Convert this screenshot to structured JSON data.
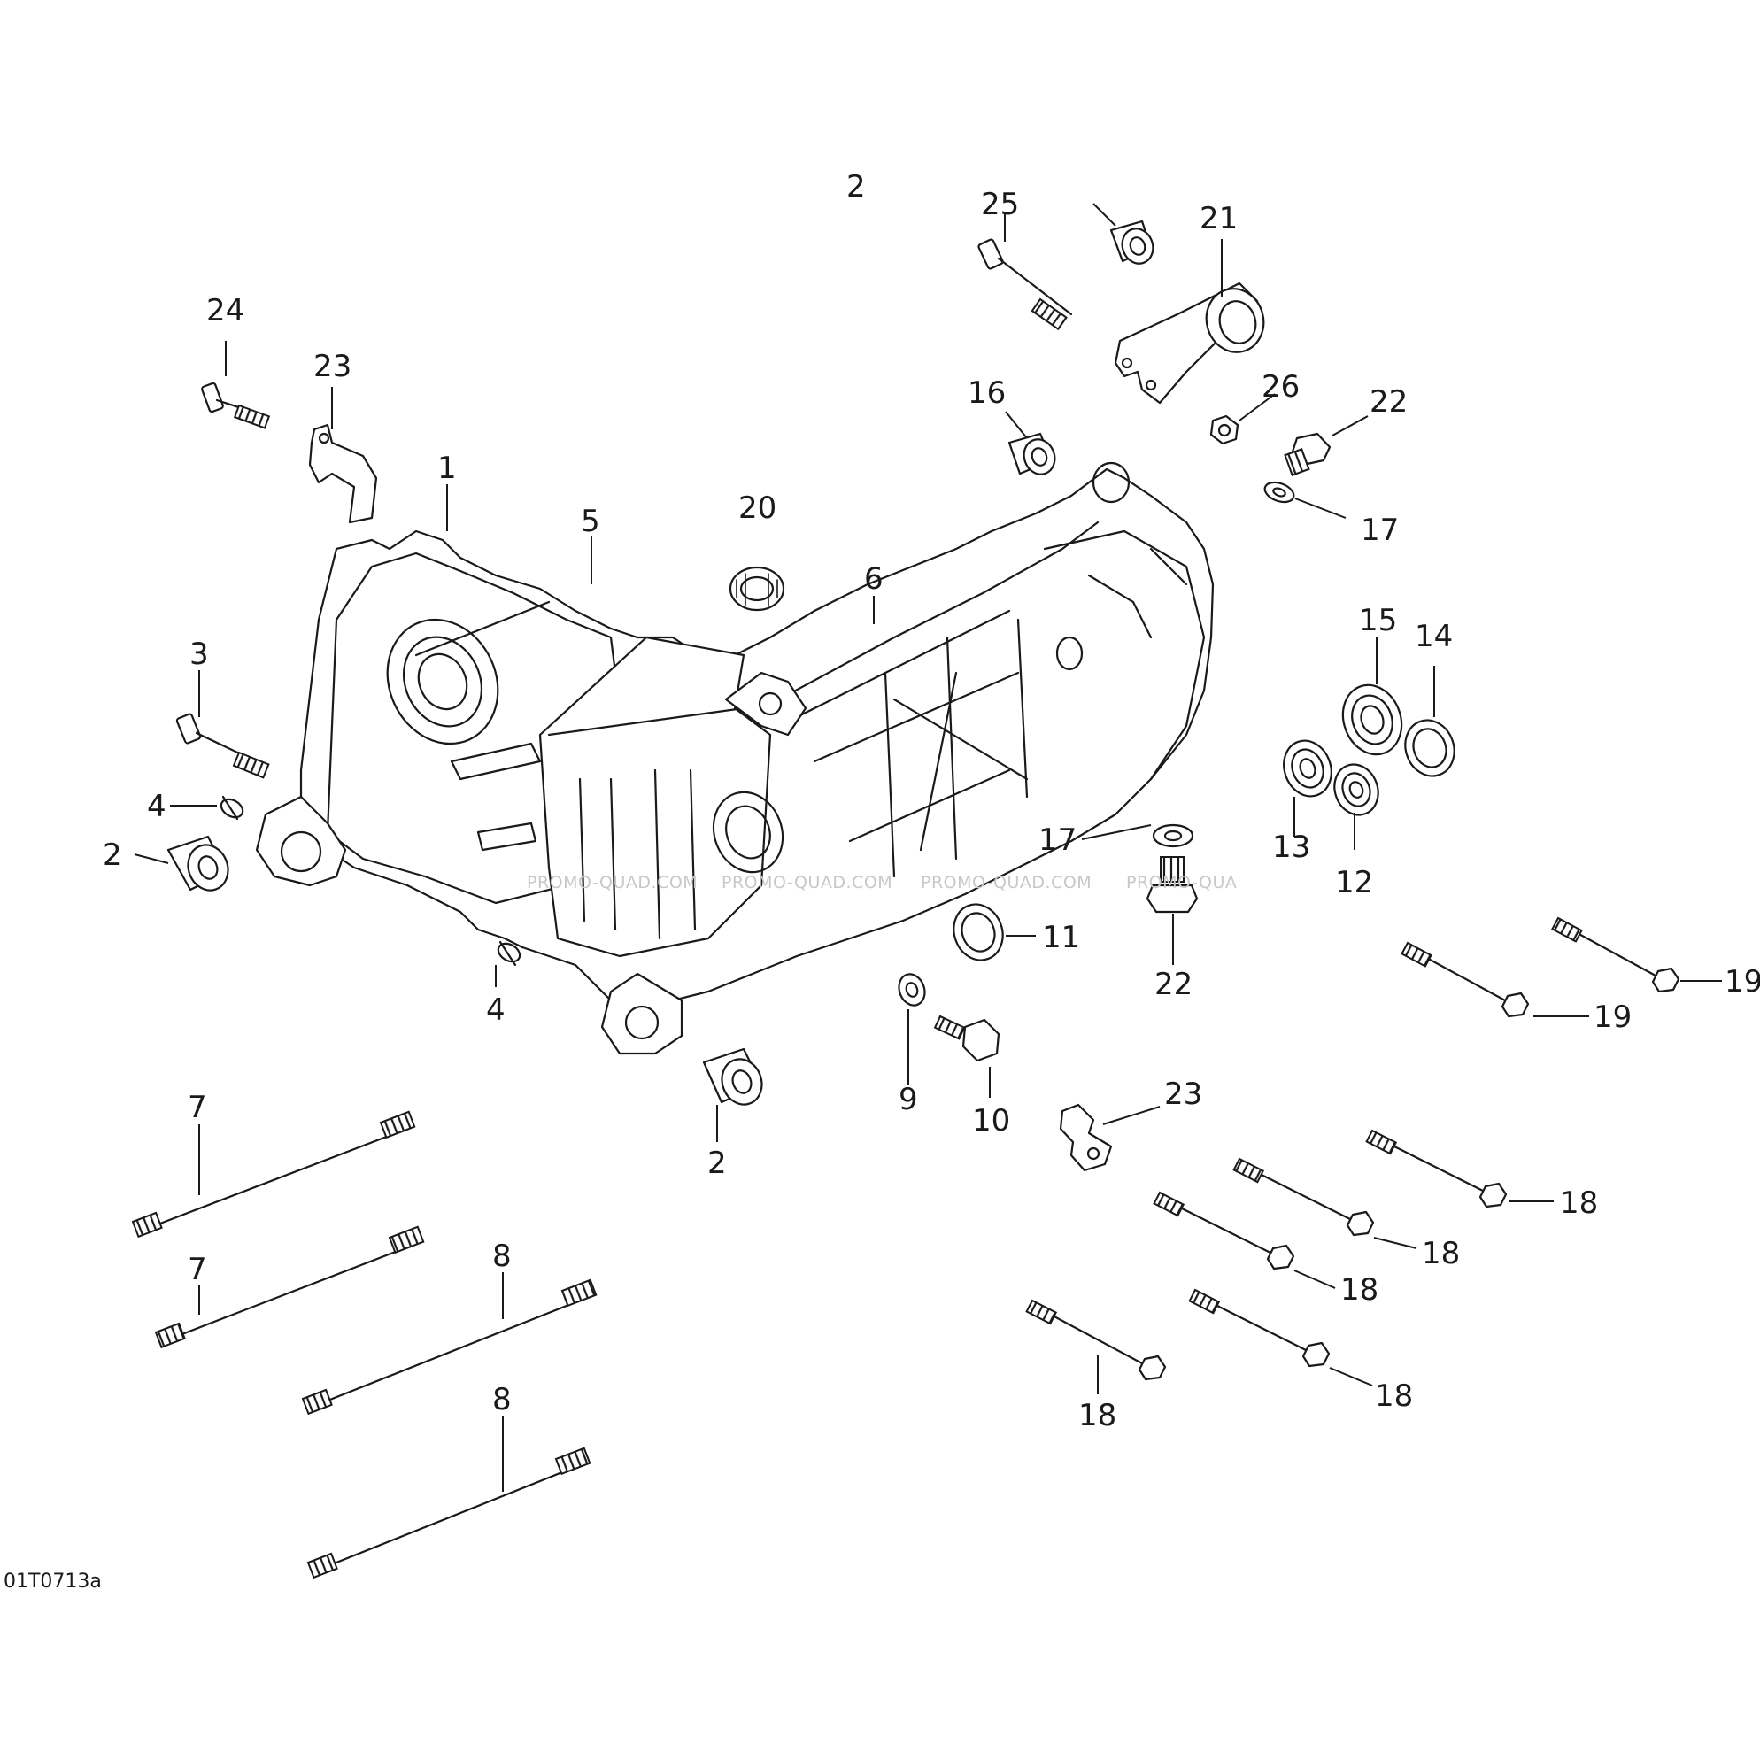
{
  "diagram": {
    "code": "01T0713a",
    "watermark": [
      "PROMO-QUAD.COM",
      "PROMO-QUAD.COM",
      "PROMO-QUAD.COM",
      "PROMO-QUA"
    ],
    "callouts": {
      "c1": "1",
      "c2a": "2",
      "c2b": "2",
      "c2c": "2",
      "c3": "3",
      "c4a": "4",
      "c4b": "4",
      "c5": "5",
      "c6": "6",
      "c7a": "7",
      "c7b": "7",
      "c8a": "8",
      "c8b": "8",
      "c9": "9",
      "c10": "10",
      "c11": "11",
      "c12": "12",
      "c13": "13",
      "c14": "14",
      "c15": "15",
      "c16": "16",
      "c17a": "17",
      "c17b": "17",
      "c18a": "18",
      "c18b": "18",
      "c18c": "18",
      "c18d": "18",
      "c18e": "18",
      "c19a": "19",
      "c19b": "19",
      "c20": "20",
      "c21": "21",
      "c22a": "22",
      "c22b": "22",
      "c23a": "23",
      "c23b": "23",
      "c24": "24",
      "c25": "25",
      "c26": "26"
    }
  }
}
